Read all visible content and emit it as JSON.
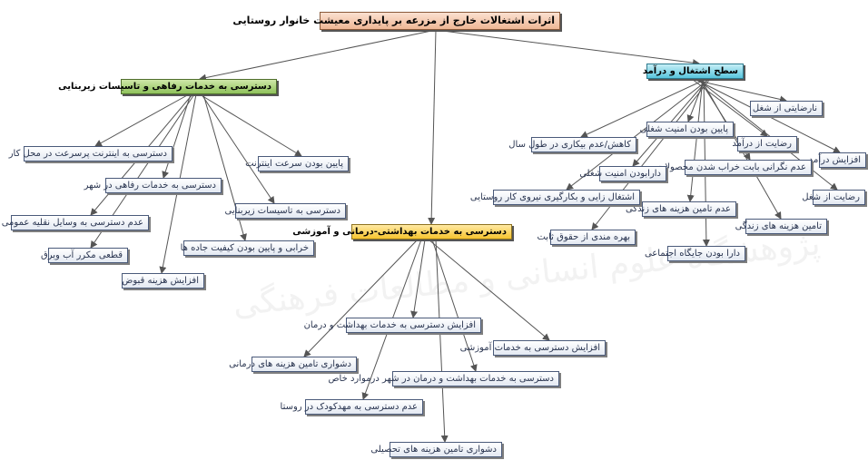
{
  "root": "اثرات اشتغالات خارج از مزرعه بر پایداری معیشت خانوار روستایی",
  "branches": {
    "infrastructure": "دسترسی به خدمات رفاهی و تاسیسات زیربنایی",
    "employment": "سطح اشتغال و درآمد",
    "health": "دسترسی به خدمات بهداشتی-درمانی و آموزشی"
  },
  "infrastructure_items": [
    "دسترسی به اینترنت پرسرعت در محل کار",
    "دسترسی به خدمات رفاهی در شهر",
    "عدم دسترسی به وسایل نقلیه عمومی",
    "قطعی مکرر آب وبرق",
    "افزایش هزینه قبوض",
    "پایین بودن سرعت اینترنت",
    "دسترسی به تاسیسات زیربنایی",
    "خرابی و پایین بودن کیفیت جاده ها"
  ],
  "employment_items": [
    "نارضایتی از شغل",
    "رضایت از درآمد",
    "افزایش درآمد",
    "رضایت از شغل",
    "عدم نگرانی بابت خراب شدن محصولات",
    "تامین هزینه های زندگی",
    "عدم تامین هزینه های زندگی",
    "دارا بودن جایگاه اجتماعی",
    "پایین بودن امنیت شغلی",
    "کاهش/عدم بیکاری در طول سال",
    "دارابودن امنیت شغلی",
    "اشتغال زایی و بکارگیری نیروی کار روستایی",
    "بهره مندی از حقوق ثابت"
  ],
  "health_items": [
    "افزایش دسترسی به خدمات بهداشت و درمان",
    "افزایش دسترسی به خدمات آموزشی",
    "دشواری تامین هزینه های درمانی",
    "دسترسی به خدمات بهداشت و درمان در شهر درموارد خاص",
    "عدم دسترسی به مهدکودک در روستا",
    "دشواری تامین هزینه های تحصیلی"
  ],
  "watermark": "پژوهشگاه علوم انسانی و مطالعات فرهنگی",
  "colors": {
    "root": "#efb795",
    "infrastructure": "#8fc25b",
    "employment": "#58c5dd",
    "health": "#f7c42e",
    "leaf": "#e3e9f2",
    "connector": "#555555"
  }
}
